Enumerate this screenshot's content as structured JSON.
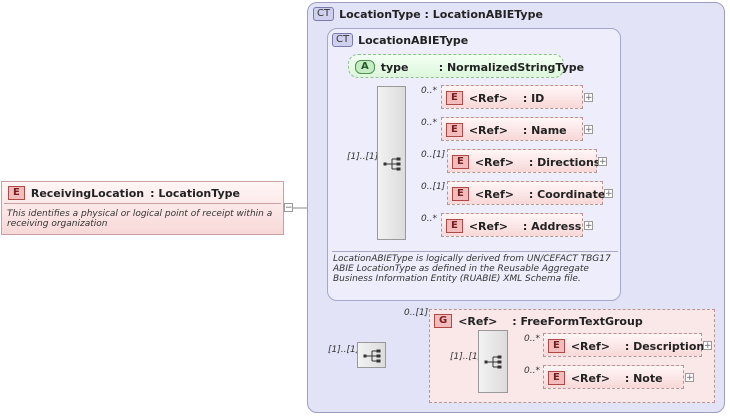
{
  "root": {
    "badge": "E",
    "name": "ReceivingLocation",
    "type": ": LocationType",
    "doc": "This identifies a physical or logical point of receipt within a receiving organization"
  },
  "ct_outer": {
    "badge": "CT",
    "title": "LocationType : LocationABIEType"
  },
  "ct_inner": {
    "badge": "CT",
    "title": "LocationABIEType"
  },
  "attribute": {
    "badge": "A",
    "name": "type",
    "type": ": NormalizedStringType"
  },
  "seq_card": "[1]..[1]",
  "elements": [
    {
      "card": "0..*",
      "badge": "E",
      "ref": "<Ref>",
      "name": ": ID"
    },
    {
      "card": "0..*",
      "badge": "E",
      "ref": "<Ref>",
      "name": ": Name"
    },
    {
      "card": "0..[1]",
      "badge": "E",
      "ref": "<Ref>",
      "name": ": Directions"
    },
    {
      "card": "0..[1]",
      "badge": "E",
      "ref": "<Ref>",
      "name": ": Coordinate"
    },
    {
      "card": "0..*",
      "badge": "E",
      "ref": "<Ref>",
      "name": ": Address"
    }
  ],
  "inner_doc": "LocationABIEType is logically derived from UN/CEFACT TBG17 ABIE LocationType as defined in the Reusable Aggregate Business Information Entity (RUABIE) XML Schema file.",
  "seq2_card": "[1]..[1]",
  "group": {
    "card": "0..[1]",
    "badge": "G",
    "ref": "<Ref>",
    "name": ": FreeFormTextGroup"
  },
  "group_seq_card": "[1]..[1]",
  "group_elements": [
    {
      "card": "0..*",
      "badge": "E",
      "ref": "<Ref>",
      "name": ": Description"
    },
    {
      "card": "0..*",
      "badge": "E",
      "ref": "<Ref>",
      "name": ": Note"
    }
  ],
  "plus_glyph": "+",
  "minus_glyph": "−"
}
